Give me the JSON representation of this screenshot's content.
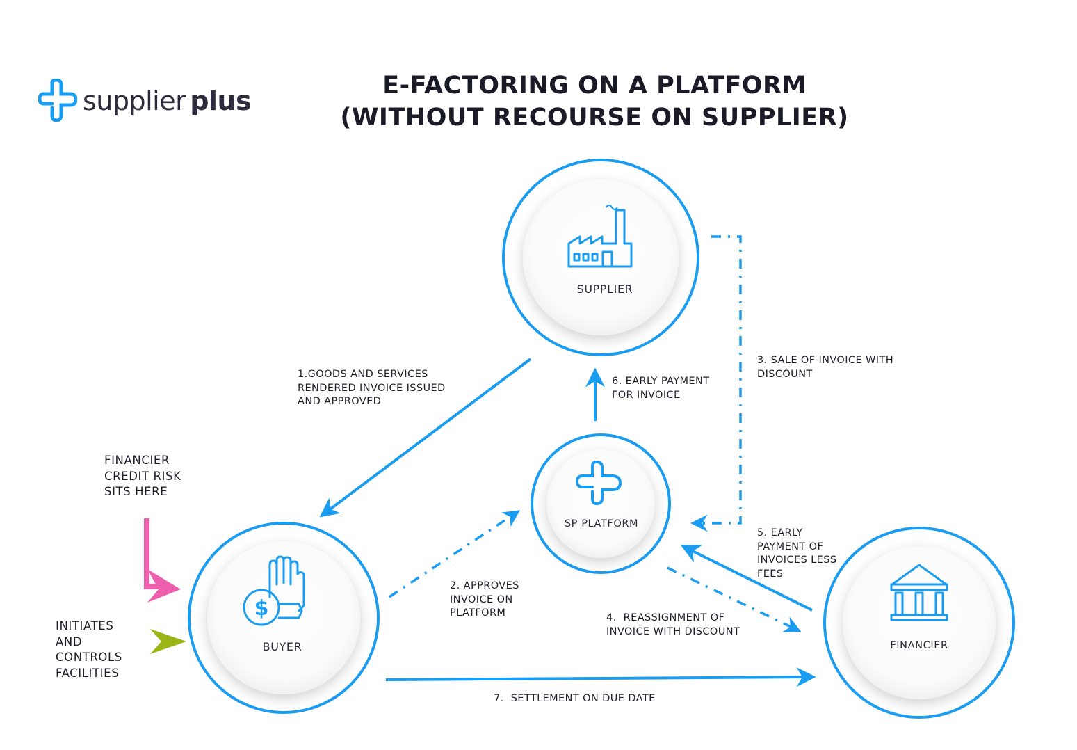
{
  "title": {
    "line1": "E-FACTORING ON A PLATFORM",
    "line2": "(WITHOUT RECOURSE ON SUPPLIER)"
  },
  "logo": {
    "word1": "supplier",
    "word2": "plus",
    "icon": "plus-cross-logo-icon"
  },
  "nodes": {
    "supplier": {
      "label": "SUPPLIER",
      "icon": "factory-icon"
    },
    "platform": {
      "label": "SP PLATFORM",
      "icon": "plus-cross-logo-icon"
    },
    "buyer": {
      "label": "BUYER",
      "icon": "hand-money-icon"
    },
    "financier": {
      "label": "FINANCIER",
      "icon": "bank-icon"
    }
  },
  "steps": {
    "step1": [
      "1.GOODS AND SERVICES",
      "RENDERED INVOICE ISSUED",
      "AND APPROVED"
    ],
    "step2": [
      "2. APPROVES",
      "INVOICE ON",
      "PLATFORM"
    ],
    "step3": [
      "3. SALE OF INVOICE WITH",
      "DISCOUNT"
    ],
    "step4": [
      "4.  REASSIGNMENT OF",
      "INVOICE WITH DISCOUNT"
    ],
    "step5": [
      "5. EARLY",
      "PAYMENT OF",
      "INVOICES LESS",
      "FEES"
    ],
    "step6": [
      "6. EARLY PAYMENT",
      "FOR INVOICE"
    ],
    "step7": [
      "7.  SETTLEMENT ON DUE DATE"
    ]
  },
  "side_notes": {
    "risk": [
      "FINANCIER",
      "CREDIT RISK",
      "SITS HERE"
    ],
    "controls": [
      "INITIATES",
      "AND",
      "CONTROLS",
      "FACILITIES"
    ]
  },
  "colors": {
    "accent": "#1a9cf0",
    "title": "#1b1b27",
    "risk_arrow": "#ee5fae",
    "controls_arrow": "#9ab516"
  }
}
